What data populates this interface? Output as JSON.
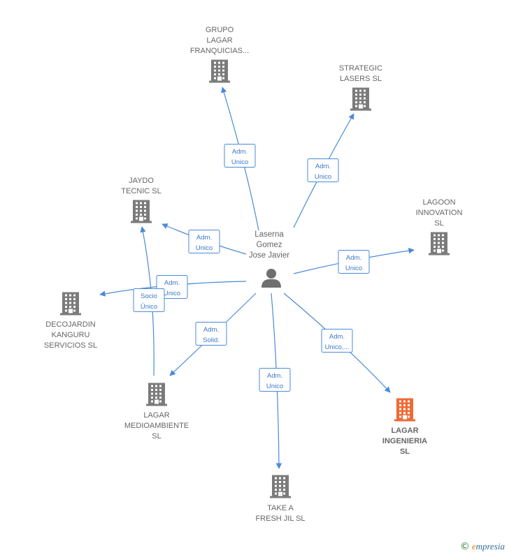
{
  "center": {
    "label_lines": [
      "Laserna",
      "Gomez",
      "Jose Javier"
    ],
    "icon": "person-icon"
  },
  "companies": [
    {
      "id": "grupo-lagar",
      "label_lines": [
        "GRUPO",
        "LAGAR",
        "FRANQUICIAS..."
      ],
      "icon": "building-icon",
      "highlight": false
    },
    {
      "id": "strategic-lasers",
      "label_lines": [
        "STRATEGIC",
        "LASERS  SL"
      ],
      "icon": "building-icon",
      "highlight": false
    },
    {
      "id": "jaydo-tecnic",
      "label_lines": [
        "JAYDO",
        "TECNIC SL"
      ],
      "icon": "building-icon",
      "highlight": false
    },
    {
      "id": "lagoon-innovation",
      "label_lines": [
        "LAGOON",
        "INNOVATION",
        "SL"
      ],
      "icon": "building-icon",
      "highlight": false
    },
    {
      "id": "decojardin",
      "label_lines": [
        "DECOJARDIN",
        "KANGURU",
        "SERVICIOS  SL"
      ],
      "icon": "building-icon",
      "highlight": false
    },
    {
      "id": "lagar-medioambiente",
      "label_lines": [
        "LAGAR",
        "MEDIOAMBIENTE",
        "SL"
      ],
      "icon": "building-icon",
      "highlight": false
    },
    {
      "id": "lagar-ingenieria",
      "label_lines": [
        "LAGAR",
        "INGENIERIA",
        "SL"
      ],
      "icon": "building-icon",
      "highlight": true
    },
    {
      "id": "take-a-fresh",
      "label_lines": [
        "TAKE A",
        "FRESH JIL  SL"
      ],
      "icon": "building-icon",
      "highlight": false
    }
  ],
  "edges": [
    {
      "from": "center",
      "to": "grupo-lagar",
      "label_lines": [
        "Adm.",
        "Unico"
      ]
    },
    {
      "from": "center",
      "to": "strategic-lasers",
      "label_lines": [
        "Adm.",
        "Unico"
      ]
    },
    {
      "from": "center",
      "to": "jaydo-tecnic",
      "label_lines": [
        "Adm.",
        "Unico"
      ]
    },
    {
      "from": "center",
      "to": "lagoon-innovation",
      "label_lines": [
        "Adm.",
        "Unico"
      ]
    },
    {
      "from": "center",
      "to": "decojardin",
      "label_lines": [
        "Adm.",
        "Unico"
      ]
    },
    {
      "from": "center",
      "to": "lagar-medioambiente",
      "label_lines": [
        "Adm.",
        "Solid."
      ]
    },
    {
      "from": "center",
      "to": "lagar-ingenieria",
      "label_lines": [
        "Adm.",
        "Unico,..."
      ]
    },
    {
      "from": "center",
      "to": "take-a-fresh",
      "label_lines": [
        "Adm.",
        "Unico"
      ]
    },
    {
      "from": "lagar-medioambiente",
      "to": "jaydo-tecnic",
      "label_lines": [
        "Socio",
        "Único"
      ]
    }
  ],
  "colors": {
    "edge": "#4a8ad8",
    "building": "#7b7b7b",
    "building_highlight": "#f06a35",
    "person": "#6f6f6f",
    "label": "#666666"
  },
  "footer": {
    "copyright_symbol": "©",
    "brand_first": "e",
    "brand_rest": "mpresia"
  }
}
